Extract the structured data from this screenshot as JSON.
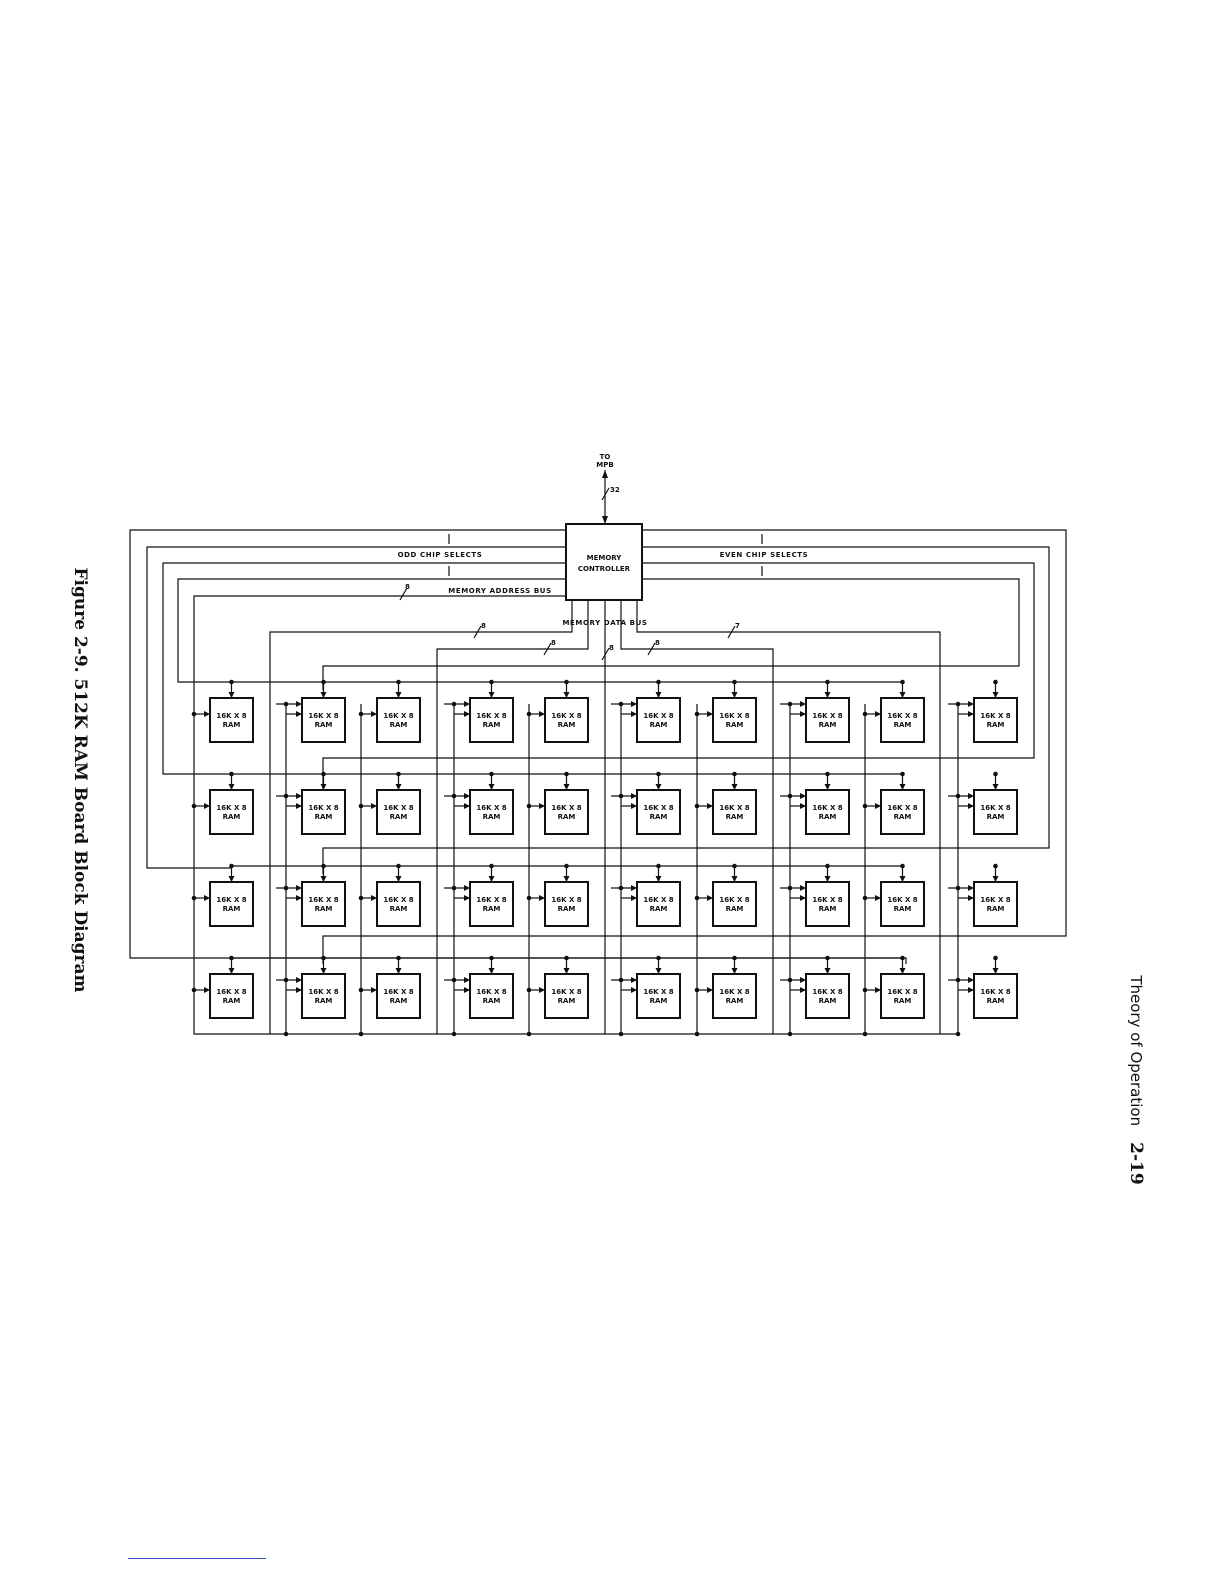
{
  "figure": {
    "caption": "Figure 2-9. 512K RAM Board Block Diagram"
  },
  "running_head": {
    "section": "Theory of Operation",
    "page": "2-19"
  },
  "diagram": {
    "controller": {
      "line1": "MEMORY",
      "line2": "CONTROLLER"
    },
    "external": {
      "line1": "TO",
      "line2": "MPB",
      "width": "32"
    },
    "buses": {
      "odd_selects": "ODD CHIP SELECTS",
      "even_selects": "EVEN CHIP SELECTS",
      "address": "MEMORY ADDRESS BUS",
      "address_width": "8",
      "data": "MEMORY DATA BUS",
      "data_widths": [
        "8",
        "8",
        "8",
        "8",
        "7"
      ]
    },
    "ram_chip": {
      "line1": "16K X 8",
      "line2": "RAM"
    },
    "grid": {
      "rows": 4,
      "columns": 10
    }
  }
}
